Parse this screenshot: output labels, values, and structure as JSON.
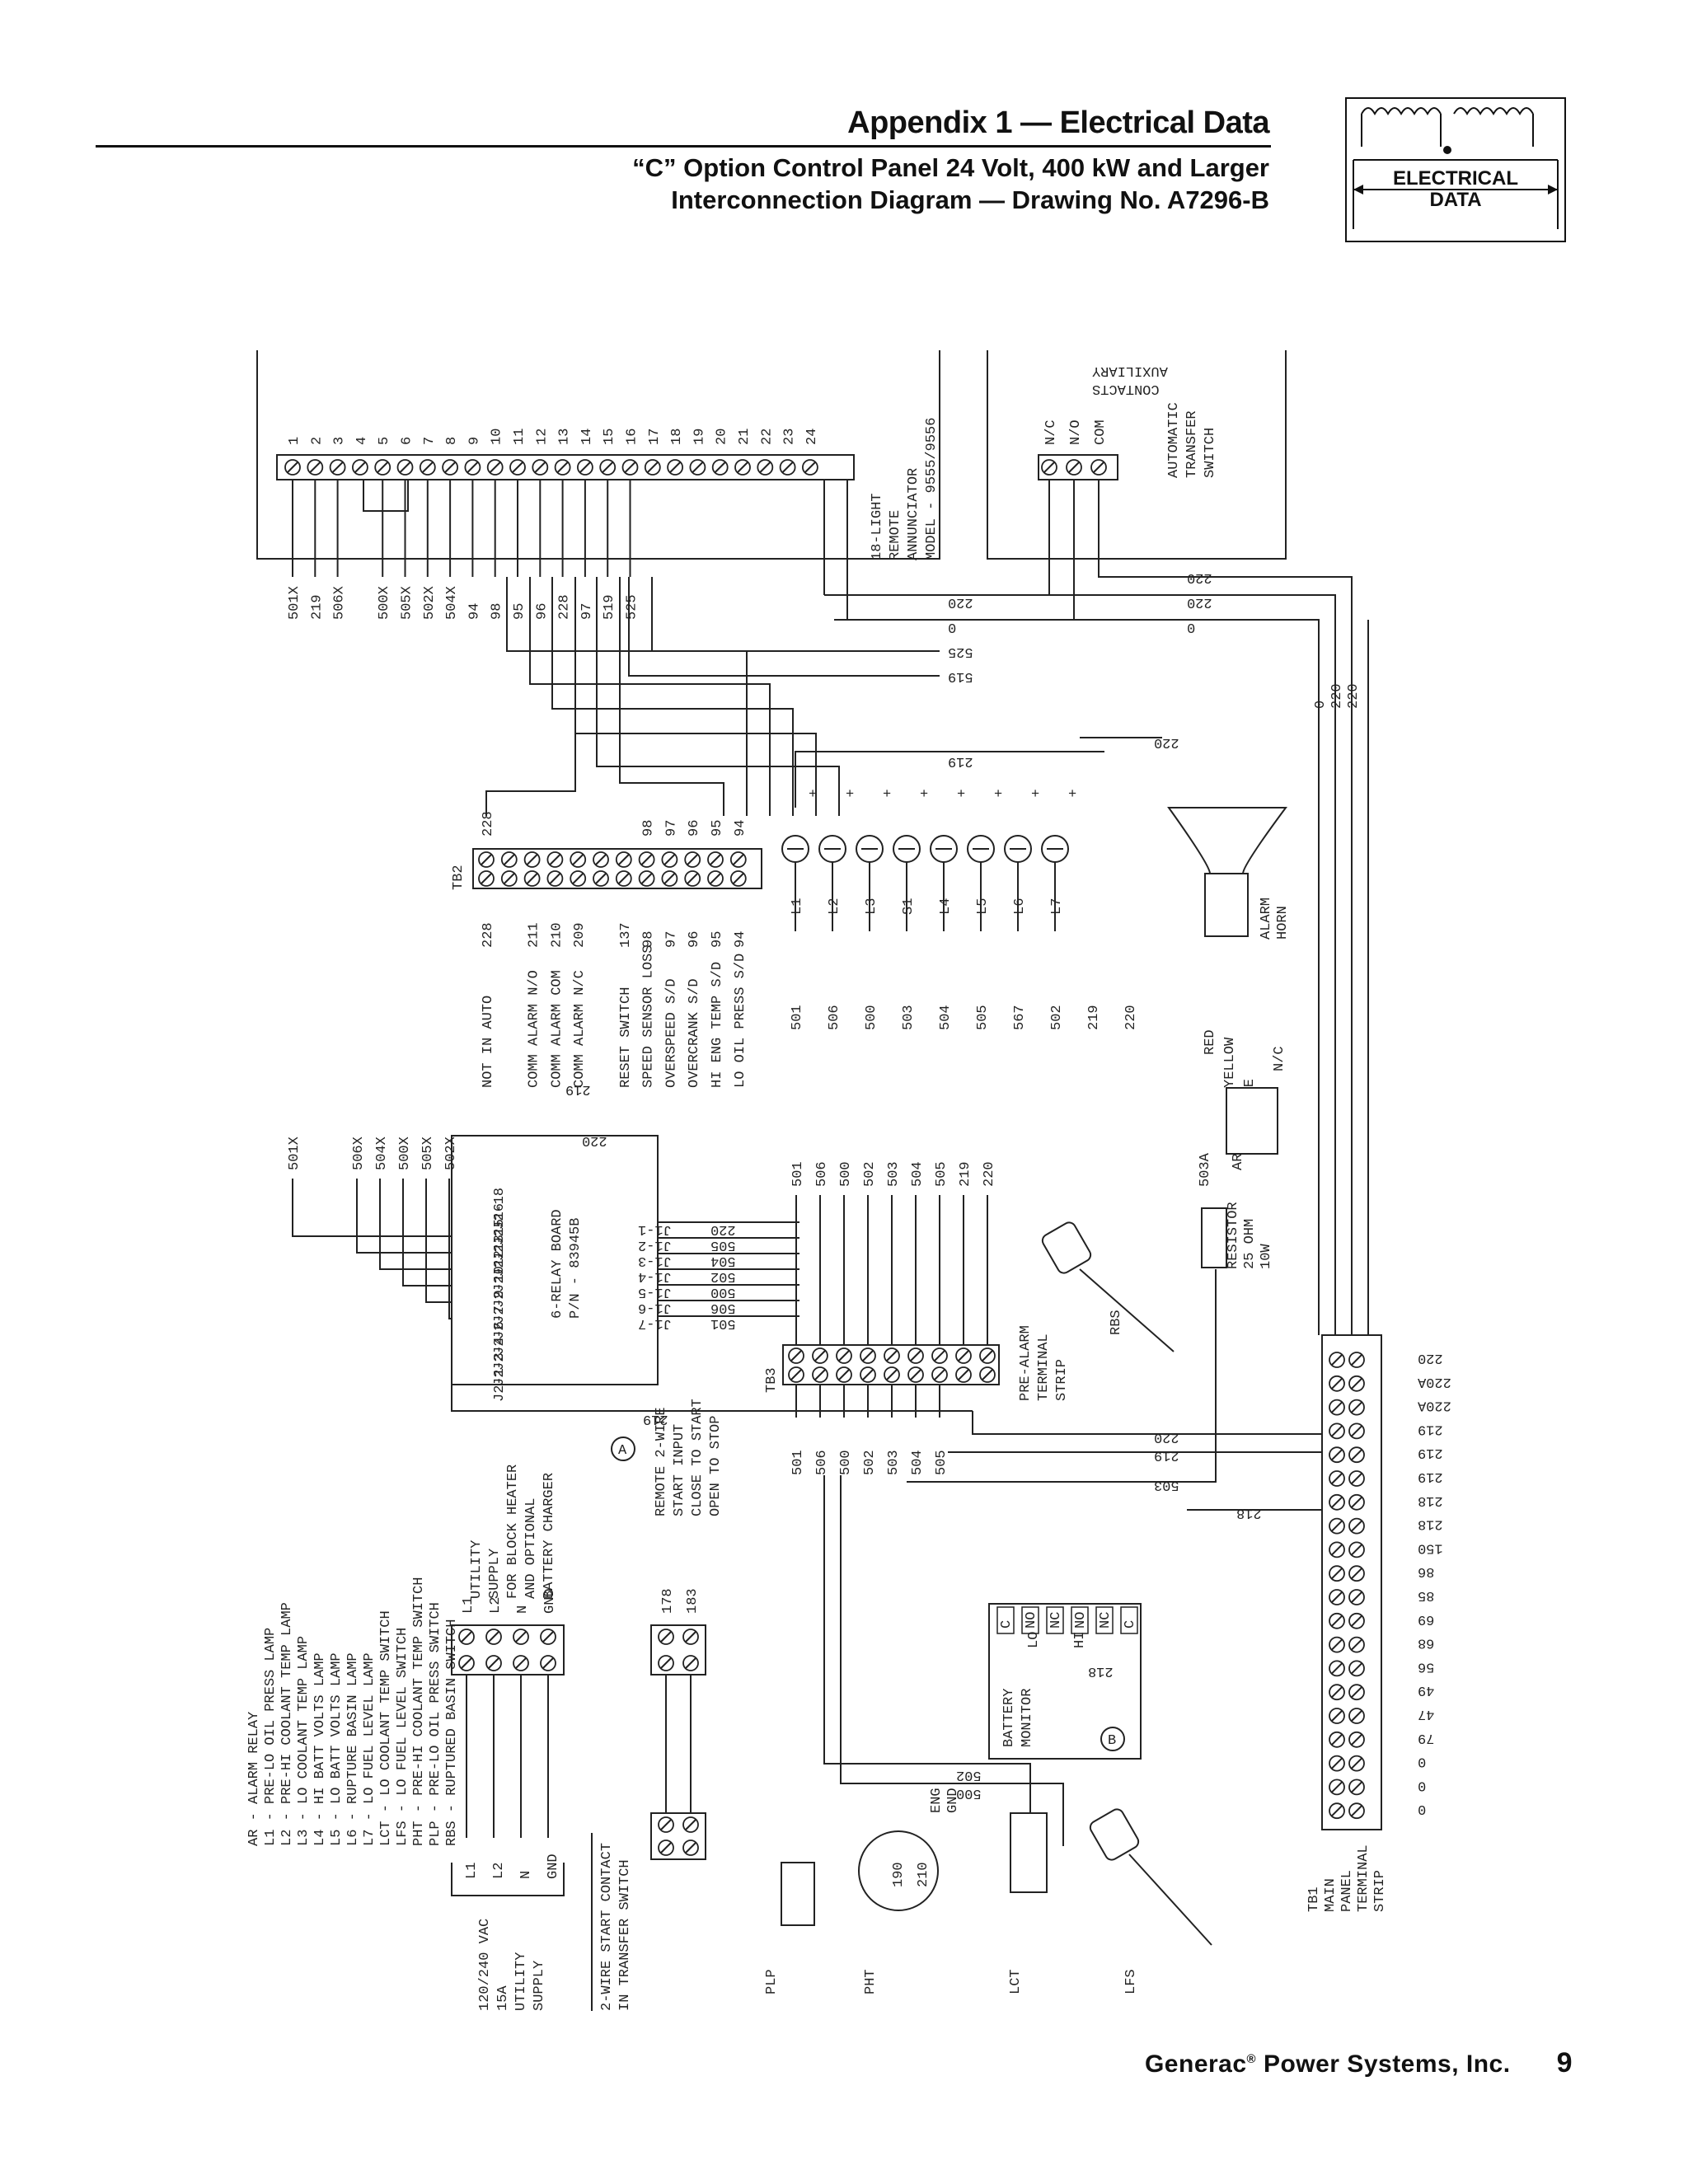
{
  "header": {
    "title": "Appendix 1 — Electrical Data",
    "subtitle_line1": "“C” Option Control Panel 24 Volt, 400 kW and Larger",
    "subtitle_line2": "Interconnection Diagram — Drawing No. A7296-B"
  },
  "badge": {
    "line1": "ELECTRICAL",
    "line2": "DATA"
  },
  "footer": {
    "company": "Generac",
    "reg": "®",
    "company_rest": " Power Systems, Inc.",
    "page": "9"
  },
  "annunciator": {
    "title": [
      "18-LIGHT",
      "REMOTE",
      "ANNUNCIATOR",
      "MODEL - 9555/9556"
    ],
    "terminals": [
      "1",
      "2",
      "3",
      "4",
      "5",
      "6",
      "7",
      "8",
      "9",
      "10",
      "11",
      "12",
      "13",
      "14",
      "15",
      "16",
      "17",
      "18",
      "19",
      "20",
      "21",
      "22",
      "23",
      "24"
    ],
    "wires": [
      "501X",
      "219",
      "506X",
      "",
      "500X",
      "505X",
      "502X",
      "504X",
      "94",
      "98",
      "95",
      "96",
      "228",
      "97",
      "519",
      "525",
      "",
      "",
      "",
      "",
      "",
      "",
      "",
      ""
    ]
  },
  "transfer_switch": {
    "title": [
      "AUTOMATIC",
      "TRANSFER",
      "SWITCH"
    ],
    "aux": [
      "AUXILIARY",
      "CONTACTS"
    ],
    "terminals": [
      "N/C",
      "N/O",
      "COM"
    ]
  },
  "tb2": {
    "label": "TB2",
    "top_wires": [
      "228",
      "",
      "",
      "",
      "",
      "",
      "",
      "",
      "98",
      "97",
      "96",
      "95",
      "94"
    ],
    "numbers": [
      "228",
      "",
      "211",
      "210",
      "209",
      "",
      "137",
      "98",
      "97",
      "96",
      "95",
      "94"
    ],
    "functions": [
      "NOT IN AUTO",
      "",
      "COMM ALARM N/O",
      "COMM ALARM COM",
      "COMM ALARM N/C",
      "",
      "RESET SWITCH",
      "SPEED SENSOR LOSS",
      "OVERSPEED S/D",
      "OVERCRANK S/D",
      "HI ENG TEMP S/D",
      "LO OIL PRESS S/D"
    ]
  },
  "lamps": {
    "labels": [
      "L1",
      "L2",
      "L3",
      "S1",
      "L4",
      "L5",
      "L6",
      "L7"
    ],
    "wires": [
      "501",
      "506",
      "500",
      "503",
      "504",
      "505",
      "567",
      "502",
      "219",
      "220"
    ]
  },
  "relay_board": {
    "title": [
      "6-RELAY BOARD",
      "P/N - 83945B"
    ],
    "j2": [
      "J2-18",
      "J2-16",
      "J2-15",
      "J2-13",
      "J2-12",
      "J2-10",
      "J2-9",
      "J2-7",
      "J2-6",
      "J2-4",
      "J2-3",
      "J2-1"
    ],
    "j1": [
      "J1-1",
      "J1-2",
      "J1-3",
      "J1-4",
      "J1-5",
      "J1-6",
      "J1-7"
    ],
    "j1_wires": [
      "220",
      "505",
      "504",
      "502",
      "500",
      "506",
      "501"
    ],
    "left_wires": [
      "501X",
      "506X",
      "504X",
      "500X",
      "505X",
      "502X"
    ]
  },
  "tb3": {
    "label": "TB3",
    "title": [
      "PRE-ALARM",
      "TERMINAL",
      "STRIP"
    ],
    "top_wires": [
      "501",
      "506",
      "500",
      "502",
      "503",
      "504",
      "505",
      "219",
      "220"
    ],
    "bottom_wires": [
      "501",
      "506",
      "500",
      "502",
      "503",
      "504",
      "505"
    ]
  },
  "tb1": {
    "title": [
      "TB1",
      "MAIN",
      "PANEL",
      "TERMINAL",
      "STRIP"
    ],
    "labels": [
      "220",
      "220A",
      "220A",
      "219",
      "219",
      "219",
      "218",
      "218",
      "150",
      "86",
      "85",
      "69",
      "68",
      "56",
      "49",
      "47",
      "79",
      "0",
      "0",
      "0"
    ]
  },
  "horn": {
    "title": [
      "ALARM",
      "HORN"
    ],
    "wires": [
      "RED",
      "YELLOW",
      "WHITE"
    ],
    "nc": "N/C",
    "ar": "AR"
  },
  "resistor": {
    "title": [
      "RESISTOR",
      "25 OHM",
      "10W"
    ],
    "wire": "503A"
  },
  "battery_monitor": {
    "title": [
      "BATTERY",
      "MONITOR"
    ],
    "terminals": [
      "C",
      "NO",
      "NC",
      "NO",
      "NC",
      "C"
    ],
    "lo": "LO",
    "hi": "HI",
    "wire": "218",
    "circle": "B"
  },
  "utility_block": {
    "title": [
      "UTILITY",
      "SUPPLY",
      "FOR BLOCK HEATER",
      "AND OPTIONAL",
      "BATTERY CHARGER"
    ],
    "terms": [
      "L1",
      "L2",
      "N",
      "GND"
    ]
  },
  "utility_supply": {
    "title": [
      "120/240 VAC",
      "15A",
      "UTILITY",
      "SUPPLY"
    ],
    "terms": [
      "L1",
      "L2",
      "N",
      "GND"
    ]
  },
  "remote_start": {
    "title": [
      "REMOTE 2-WIRE",
      "START INPUT",
      "CLOSE TO START",
      "OPEN TO STOP"
    ],
    "terms": [
      "178",
      "183"
    ],
    "circle": "A"
  },
  "transfer_contact": {
    "title": [
      "2-WIRE START CONTACT",
      "IN TRANSFER SWITCH"
    ]
  },
  "sensors": {
    "plp": "PLP",
    "pht": "PHT",
    "lct": "LCT",
    "lfs": "LFS",
    "rbs": "RBS",
    "eng_gnd": [
      "ENG",
      "GND"
    ],
    "pht_terms": [
      "190",
      "210"
    ]
  },
  "misc_wires": {
    "w220": "220",
    "w0": "0",
    "w525": "525",
    "w519": "519",
    "w219": "219",
    "w503": "503",
    "w218": "218",
    "w502": "502",
    "w500": "500"
  },
  "legend": [
    "AR  - ALARM RELAY",
    "L1  - PRE-LO OIL PRESS LAMP",
    "L2  - PRE-HI COOLANT TEMP LAMP",
    "L3  - LO COOLANT TEMP LAMP",
    "L4  - HI BATT VOLTS LAMP",
    "L5  - LO BATT VOLTS LAMP",
    "L6  - RUPTURE BASIN LAMP",
    "L7  - LO FUEL LEVEL LAMP",
    "LCT - LO COOLANT TEMP SWITCH",
    "LFS - LO FUEL LEVEL SWITCH",
    "PHT - PRE-HI COOLANT TEMP SWITCH",
    "PLP - PRE-LO OIL PRESS SWITCH",
    "RBS - RUPTURED BASIN SWITCH"
  ]
}
